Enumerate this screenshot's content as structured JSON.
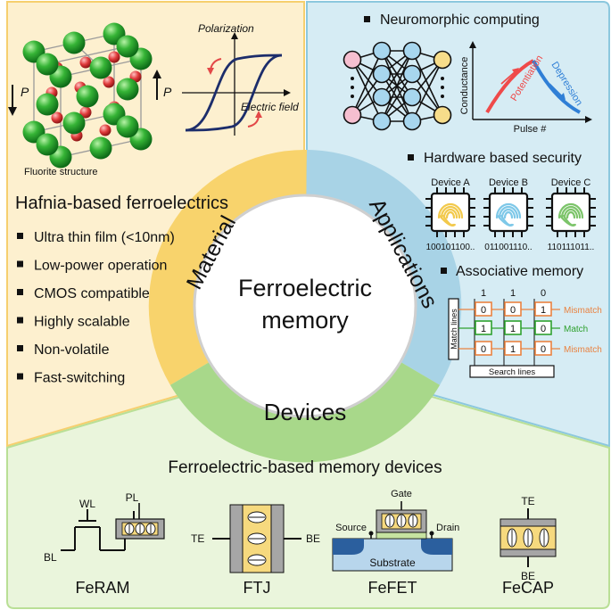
{
  "colors": {
    "material_bg": "#fdf0cf",
    "material_border": "#f6cf6e",
    "applications_bg": "#d6ecf4",
    "applications_border": "#8cc8de",
    "devices_bg": "#eaf5dc",
    "devices_border": "#b9df96",
    "sphere_green": "#2fae2f",
    "atom_red": "#e34848",
    "hysteresis": "#1c2d6b",
    "potentiation": "#ef4a4a",
    "depression": "#2f7fd6",
    "mismatch": "#e98240",
    "match": "#2fa12f",
    "ferro_yellow": "#f6d97e",
    "ferro_gray": "#a6a6a6"
  },
  "center": {
    "line1": "Ferroelectric",
    "line2": "memory",
    "ring_material": "Material",
    "ring_applications": "Applications",
    "ring_devices": "Devices"
  },
  "material": {
    "fluorite_caption": "Fluorite structure",
    "p_left": "P",
    "p_right": "P",
    "polarization_label": "Polarization",
    "field_label": "Electric field",
    "title": "Hafnia-based ferroelectrics",
    "items": [
      "Ultra thin film (<10nm)",
      "Low-power operation",
      "CMOS compatible",
      "Highly scalable",
      "Non-volatile",
      "Fast-switching"
    ]
  },
  "applications": {
    "neuro_title": "Neuromorphic computing",
    "conductance_label": "Conductance",
    "pulse_label": "Pulse #",
    "potentiation_label": "Potentiation",
    "depression_label": "Depression",
    "security_title": "Hardware based security",
    "devices": [
      {
        "name": "Device A",
        "code": "100101100..",
        "color": "#f2c94c"
      },
      {
        "name": "Device B",
        "code": "011001110..",
        "color": "#7ec8e8"
      },
      {
        "name": "Device C",
        "code": "110111011..",
        "color": "#7cc46a"
      }
    ],
    "assoc_title": "Associative memory",
    "top_bits": [
      "1",
      "1",
      "0"
    ],
    "rows": [
      {
        "cells": [
          "0",
          "0",
          "1"
        ],
        "result": "Mismatch"
      },
      {
        "cells": [
          "1",
          "1",
          "0"
        ],
        "result": "Match"
      },
      {
        "cells": [
          "0",
          "1",
          "0"
        ],
        "result": "Mismatch"
      }
    ],
    "match_lines_label": "Match lines",
    "search_lines_label": "Search lines"
  },
  "devices_section": {
    "title": "Ferroelectric-based memory devices",
    "feram": {
      "name": "FeRAM",
      "wl": "WL",
      "pl": "PL",
      "bl": "BL"
    },
    "ftj": {
      "name": "FTJ",
      "te": "TE",
      "be": "BE"
    },
    "fefet": {
      "name": "FeFET",
      "gate": "Gate",
      "source": "Source",
      "drain": "Drain",
      "substrate": "Substrate"
    },
    "fecap": {
      "name": "FeCAP",
      "te": "TE",
      "be": "BE"
    }
  }
}
